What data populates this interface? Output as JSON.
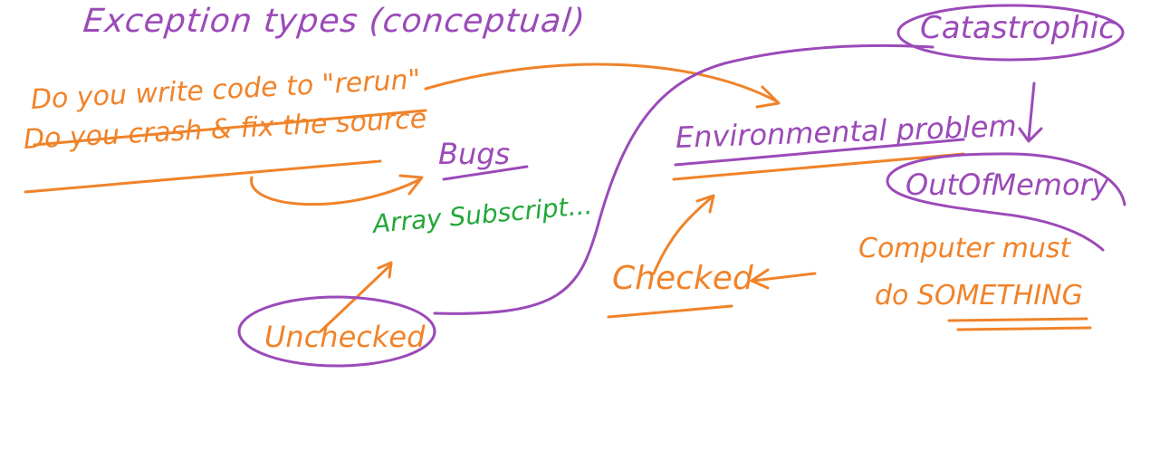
{
  "colors": {
    "purple": "#9b4ab8",
    "orange": "#f0832a",
    "green": "#22a83a",
    "background": "#ffffff"
  },
  "title": "Exception types (conceptual)",
  "notes": {
    "rerun_question": "Do you write code to \"rerun\"",
    "crash_question": "Do you crash & fix the source",
    "bugs": "Bugs",
    "array_example": "Array Subscript...",
    "unchecked": "Unchecked",
    "environmental": "Environmental problem",
    "catastrophic": "Catastrophic",
    "out_of_memory": "OutOfMemory",
    "checked": "Checked",
    "computer_line1": "Computer must",
    "computer_line2": "do SOMETHING"
  }
}
